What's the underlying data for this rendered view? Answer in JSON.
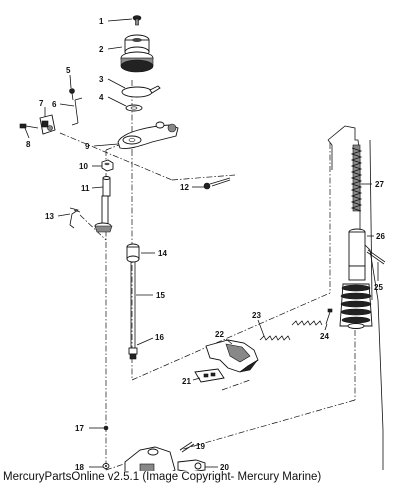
{
  "caption": "MercuryPartsOnline v2.5.1 (Image Copyright- Mercury Marine)",
  "callouts": [
    "1",
    "2",
    "3",
    "4",
    "5",
    "6",
    "7",
    "8",
    "9",
    "10",
    "11",
    "12",
    "13",
    "14",
    "15",
    "16",
    "17",
    "18",
    "19",
    "20",
    "21",
    "22",
    "23",
    "24",
    "25",
    "26",
    "27"
  ]
}
